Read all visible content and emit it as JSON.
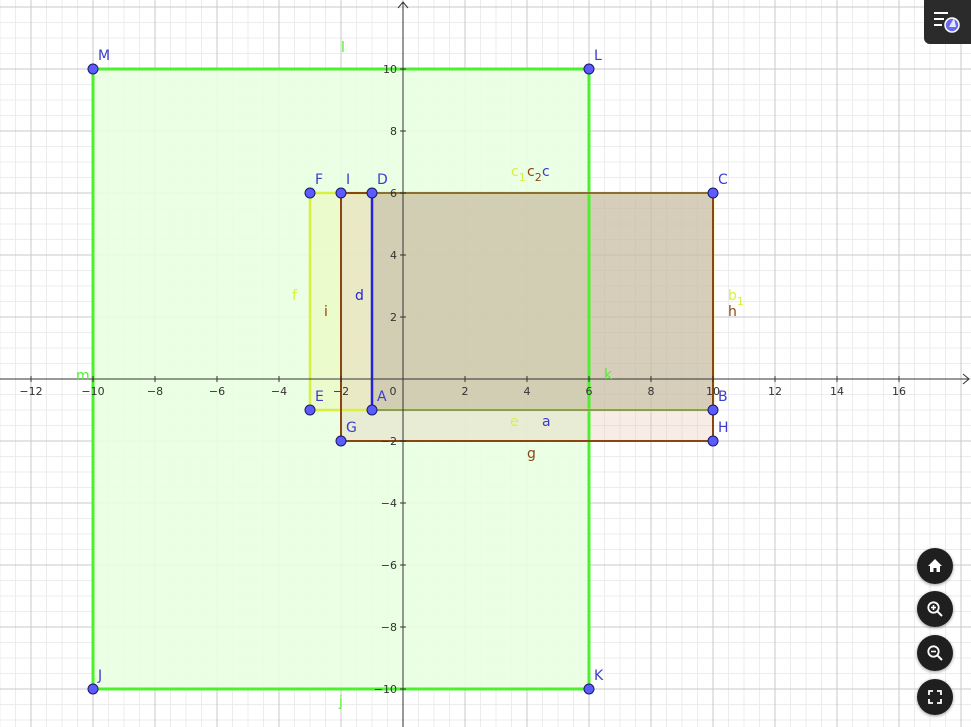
{
  "axes": {
    "x_ticks": [
      "−12",
      "−10",
      "−8",
      "−6",
      "−4",
      "−2",
      "0",
      "2",
      "4",
      "6",
      "8",
      "10",
      "12",
      "14",
      "16"
    ],
    "x_tick_values": [
      -12,
      -10,
      -8,
      -6,
      -4,
      -2,
      0,
      2,
      4,
      6,
      8,
      10,
      12,
      14,
      16
    ],
    "y_ticks": [
      "10",
      "8",
      "6",
      "4",
      "2",
      "−2",
      "−4",
      "−6",
      "−8",
      "−10"
    ],
    "y_tick_values": [
      10,
      8,
      6,
      4,
      2,
      -2,
      -4,
      -6,
      -8,
      -10
    ]
  },
  "colors": {
    "green": "#4cf02e",
    "green_fill": "#e8ffe0",
    "yellow": "#d8f040",
    "brown": "#8b4513",
    "blue": "#2222dd",
    "point_fill": "#5b5bff",
    "point_label": "#3c3ccf"
  },
  "points": [
    {
      "name": "A",
      "x": -1,
      "y": -1
    },
    {
      "name": "B",
      "x": 10,
      "y": -1
    },
    {
      "name": "C",
      "x": 10,
      "y": 6
    },
    {
      "name": "D",
      "x": -1,
      "y": 6
    },
    {
      "name": "E",
      "x": -3,
      "y": -1
    },
    {
      "name": "F",
      "x": -3,
      "y": 6
    },
    {
      "name": "G",
      "x": -2,
      "y": -2
    },
    {
      "name": "H",
      "x": 10,
      "y": -2
    },
    {
      "name": "I",
      "x": -2,
      "y": 6
    },
    {
      "name": "J",
      "x": -10,
      "y": -10
    },
    {
      "name": "K",
      "x": 6,
      "y": -10
    },
    {
      "name": "L",
      "x": 6,
      "y": 10
    },
    {
      "name": "M",
      "x": -10,
      "y": 10
    }
  ],
  "segment_labels": {
    "l": "l",
    "j": "j",
    "m": "m",
    "k": "k",
    "c1": "c",
    "c1_sub": "1",
    "c2": "c",
    "c2_sub": "2",
    "c": "c",
    "b1": "b",
    "b1_sub": "1",
    "h": "h",
    "d": "d",
    "i": "i",
    "f": "f",
    "e": "e",
    "a": "a",
    "g": "g"
  },
  "controls": {
    "menu_icon": "menu-icon",
    "home_icon": "home-icon",
    "zoom_in_icon": "zoom-in-icon",
    "zoom_out_icon": "zoom-out-icon",
    "fullscreen_icon": "fullscreen-icon"
  }
}
